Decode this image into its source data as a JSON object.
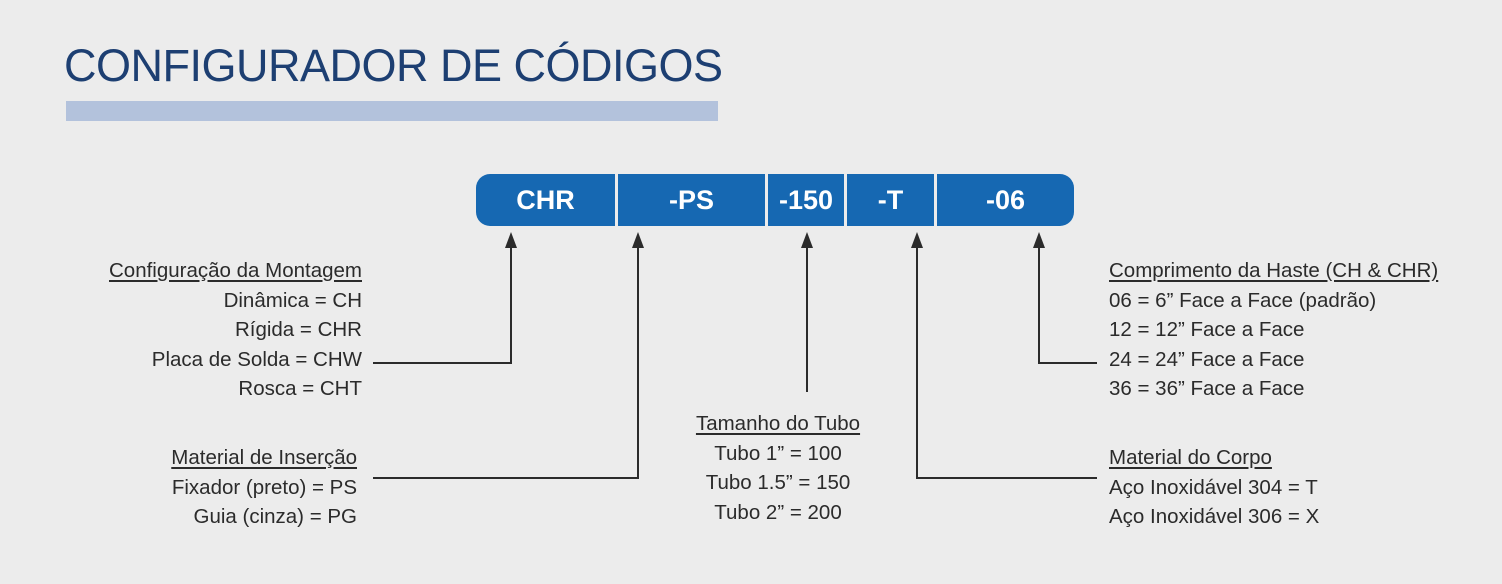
{
  "title": "CONFIGURADOR DE CÓDIGOS",
  "colors": {
    "title": "#1d3f72",
    "title_bar": "#b3c2dc",
    "segment": "#1668b2",
    "background": "#ececec",
    "text": "#2b2b2b"
  },
  "code_segments": [
    "CHR",
    "-PS",
    "-150",
    "-T",
    "-06"
  ],
  "groups": {
    "montagem": {
      "heading": "Configuração da Montagem",
      "items": [
        "Dinâmica = CH",
        "Rígida = CHR",
        "Placa de Solda = CHW",
        "Rosca = CHT"
      ]
    },
    "insercao": {
      "heading": "Material de Inserção",
      "items": [
        "Fixador (preto) = PS",
        "Guia (cinza) = PG"
      ]
    },
    "tubo": {
      "heading": "Tamanho do Tubo",
      "items": [
        "Tubo 1” = 100",
        "Tubo 1.5” = 150",
        "Tubo 2” = 200"
      ]
    },
    "corpo": {
      "heading": "Material do Corpo",
      "items": [
        "Aço Inoxidável 304 = T",
        "Aço Inoxidável 306 = X"
      ]
    },
    "haste": {
      "heading": "Comprimento da Haste (CH & CHR)",
      "items": [
        "06 = 6” Face a Face (padrão)",
        "12 = 12” Face a Face",
        "24 = 24” Face a Face",
        "36 = 36” Face a Face"
      ]
    }
  }
}
